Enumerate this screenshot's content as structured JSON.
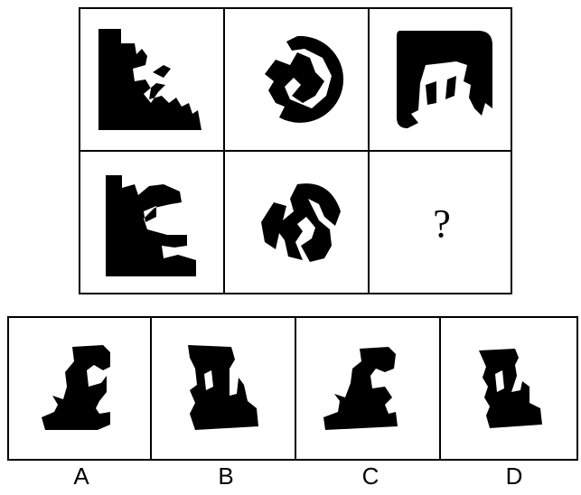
{
  "puzzle": {
    "question_mark": "?"
  },
  "options": [
    {
      "label": "A"
    },
    {
      "label": "B"
    },
    {
      "label": "C"
    },
    {
      "label": "D"
    }
  ]
}
